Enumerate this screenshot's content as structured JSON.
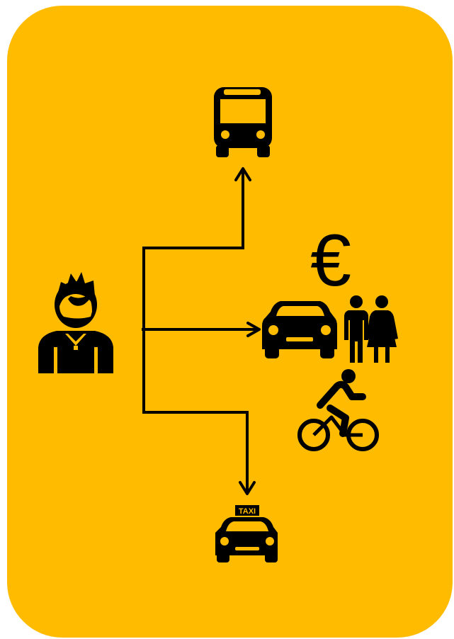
{
  "colors": {
    "card_background": "#FEBB00",
    "ink": "#000000",
    "page_background": "#FFFFFF"
  },
  "diagram": {
    "source": {
      "icon": "person-icon"
    },
    "branches": [
      {
        "direction": "up",
        "target_icon": "bus-icon"
      },
      {
        "direction": "right",
        "target_icon": "car-icon",
        "extra_icons": [
          "euro-icon",
          "couple-icon",
          "cyclist-icon"
        ]
      },
      {
        "direction": "down",
        "target_icon": "taxi-icon"
      }
    ],
    "currency_symbol": "€",
    "taxi_sign": "TAXI"
  }
}
